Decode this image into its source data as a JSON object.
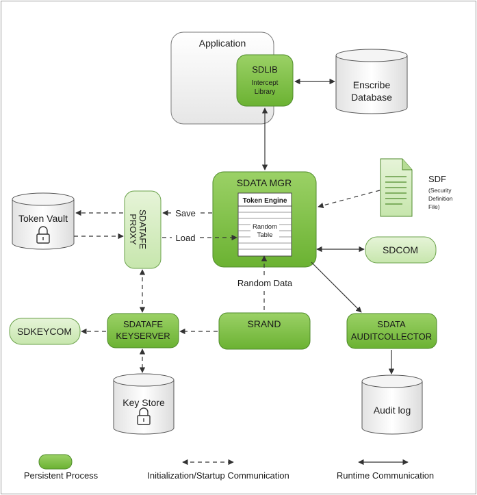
{
  "nodes": {
    "application": {
      "label": "Application"
    },
    "sdlib": {
      "title": "SDLIB",
      "line1": "Intercept",
      "line2": "Library"
    },
    "enscribe": {
      "line1": "Enscribe",
      "line2": "Database"
    },
    "sdata_mgr": {
      "title": "SDATA MGR"
    },
    "token_engine": {
      "label": "Token Engine"
    },
    "random_table": {
      "line1": "Random",
      "line2": "Table"
    },
    "sdf": {
      "title": "SDF",
      "line1": "(Security",
      "line2": "Definition",
      "line3": "File)"
    },
    "token_vault": {
      "label": "Token Vault"
    },
    "proxy": {
      "line1": "SDATAFE",
      "line2": "PROXY"
    },
    "sdcom": {
      "label": "SDCOM"
    },
    "sdkeycom": {
      "label": "SDKEYCOM"
    },
    "keyserver": {
      "line1": "SDATAFE",
      "line2": "KEYSERVER"
    },
    "srand": {
      "label": "SRAND"
    },
    "auditcollector": {
      "line1": "SDATA",
      "line2": "AUDITCOLLECTOR"
    },
    "key_store": {
      "label": "Key Store"
    },
    "audit_log": {
      "label": "Audit log"
    }
  },
  "edges": {
    "save": "Save",
    "load": "Load",
    "random_data": "Random Data"
  },
  "legend": {
    "persistent": "Persistent Process",
    "init": "Initialization/Startup Communication",
    "runtime": "Runtime Communication"
  },
  "colors": {
    "process_fill": "#7dc242",
    "process_stroke": "#4e8a2a",
    "light_fill": "#d3ecc0",
    "line": "#333333"
  }
}
